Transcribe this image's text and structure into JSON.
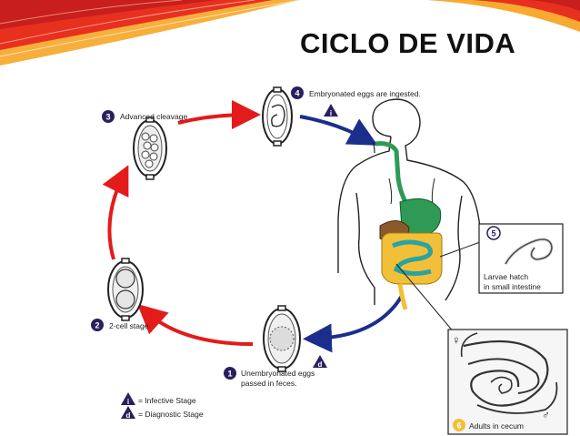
{
  "slide": {
    "title": "CICLO DE VIDA"
  },
  "stages": [
    {
      "number": "1",
      "label_line1": "Unembryonated eggs",
      "label_line2": "passed in feces."
    },
    {
      "number": "2",
      "label": "2-cell stage"
    },
    {
      "number": "3",
      "label": "Advanced cleavage"
    },
    {
      "number": "4",
      "label": "Embryonated eggs are ingested."
    },
    {
      "number": "5",
      "label_line1": "Larvae hatch",
      "label_line2": "in small intestine"
    },
    {
      "number": "6",
      "label": "Adults in cecum"
    }
  ],
  "markers": {
    "infective": "i",
    "diagnostic": "d"
  },
  "legend": {
    "infective_label": "= Infective Stage",
    "diagnostic_label": "= Diagnostic Stage"
  },
  "sex_symbols": {
    "female": "♀",
    "male": "♂"
  },
  "colors": {
    "accent_red": "#e02020",
    "accent_orange": "#f5a020",
    "arrow_red": "#e31b1b",
    "arrow_blue": "#1c2e8c",
    "badge_purple": "#2a1f5e",
    "badge_yellow": "#f2c038",
    "digestive_green": "#2e9a55",
    "digestive_yellow": "#f2c038",
    "liver_brown": "#8a5a2a",
    "intestine_teal": "#2aa3a3"
  }
}
